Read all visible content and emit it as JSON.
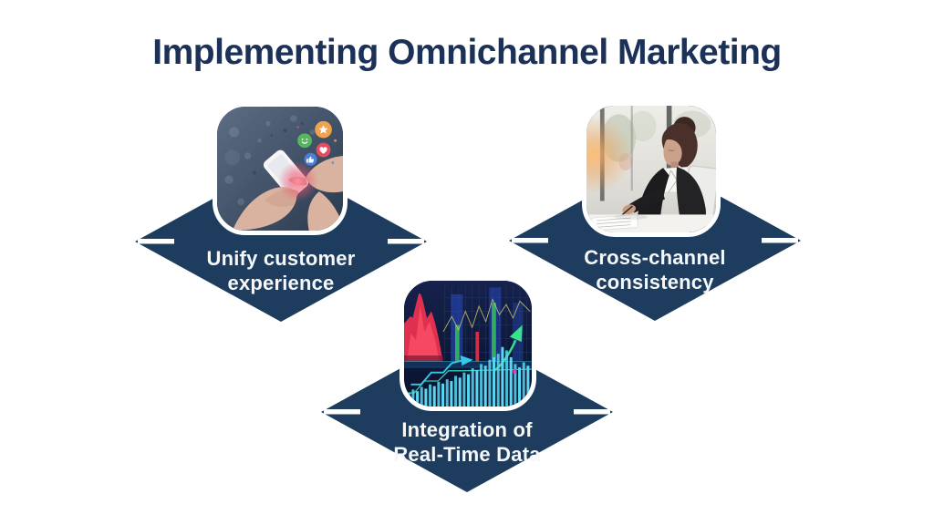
{
  "page": {
    "title": "Implementing Omnichannel Marketing",
    "background_color": "#ffffff"
  },
  "colors": {
    "title_text": "#1b3158",
    "diamond_fill": "#1d3c5e",
    "label_text": "#f6f7f9",
    "notch_line": "#ffffff",
    "photo_border": "#ffffff"
  },
  "nodes": [
    {
      "id": "unify-customer-experience",
      "label_lines": [
        "Unify customer",
        "experience"
      ],
      "photo": "hands holding smartphone with floating social reaction icons",
      "reaction_icons": [
        "star-icon",
        "smiley-icon",
        "heart-icon",
        "thumbs-up-icon"
      ]
    },
    {
      "id": "cross-channel-consistency",
      "label_lines": [
        "Cross-channel",
        "consistency"
      ],
      "photo": "businesswoman writing notes at desk beside laptop"
    },
    {
      "id": "integration-real-time-data",
      "label_lines": [
        "Integration of",
        "Real-Time Data"
      ],
      "photo": "financial charts dashboard with rising bars and arrows"
    }
  ]
}
